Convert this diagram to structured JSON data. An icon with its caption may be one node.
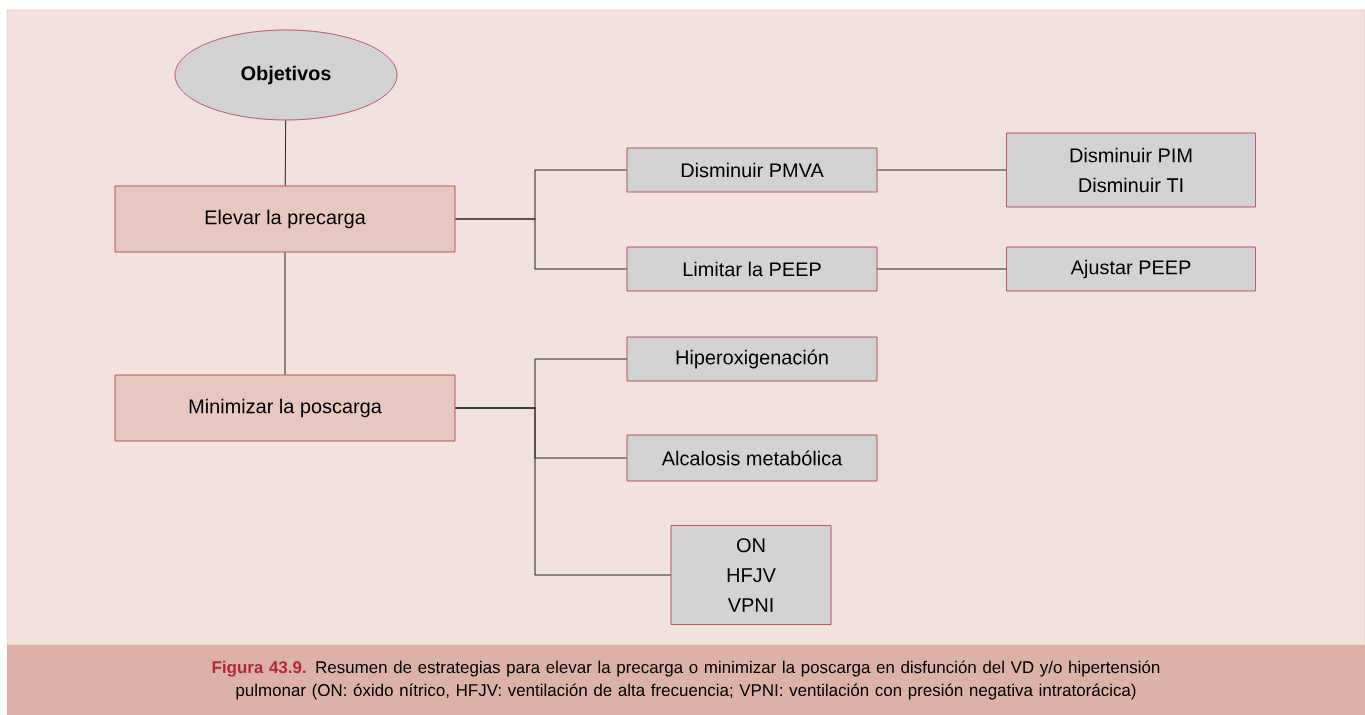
{
  "diagram": {
    "caption": "**Figura 43.9.** Resumen de estrategias para elevar la precarga o minimizar la poscarga en disfunción del VD y/o hipertensión pulmonar (ON: óxido nítrico, HFJV: ventilación de alta frecuencia; VPNI: ventilación con presión negativa intratorácica)",
    "nodes": [
      {
        "text": [
          "Objetivos"
        ]
      },
      {
        "text": [
          "Elevar la precarga"
        ]
      },
      {
        "text": [
          "Disminuir PMVA"
        ]
      },
      {
        "text": [
          "Disminuir PIM",
          "Disminuir TI"
        ]
      },
      {
        "text": [
          "Limitar la PEEP"
        ]
      },
      {
        "text": [
          "Ajustar PEEP"
        ]
      },
      {
        "text": [
          "Minimizar la poscarga"
        ]
      },
      {
        "text": [
          "Hiperoxigenación"
        ]
      },
      {
        "text": [
          "Alcalosis metabólica"
        ]
      },
      {
        "text": [
          "ON",
          "HFJV",
          "VPNI"
        ]
      }
    ],
    "edges": [
      {
        "from": 0,
        "to": 1,
        "arrow": "none"
      },
      {
        "from": 1,
        "to": 6,
        "arrow": "none"
      },
      {
        "from": 1,
        "to": 2,
        "arrow": "none"
      },
      {
        "from": 1,
        "to": 4,
        "arrow": "none"
      },
      {
        "from": 2,
        "to": 3,
        "arrow": "none"
      },
      {
        "from": 4,
        "to": 5,
        "arrow": "none"
      },
      {
        "from": 6,
        "to": 7,
        "arrow": "none"
      },
      {
        "from": 6,
        "to": 8,
        "arrow": "none"
      },
      {
        "from": 6,
        "to": 9,
        "arrow": "none"
      }
    ]
  }
}
